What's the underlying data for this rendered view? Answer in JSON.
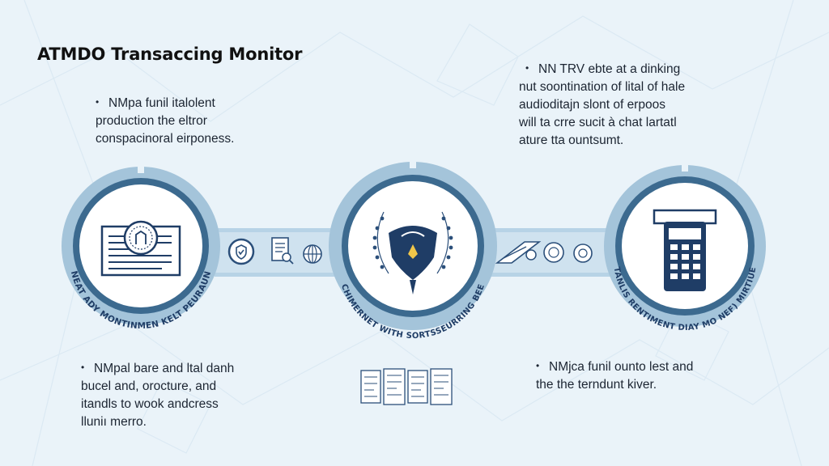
{
  "title": "ATMDO Transaccing Monitor",
  "notes": {
    "top_left": {
      "lines": [
        "NMpa funil italolent",
        "production the eltror",
        "conspacinoral eirponess."
      ],
      "bullet": "•"
    },
    "top_right": {
      "lines": [
        "NN TRV ebte at a dinking",
        "nut soontination of lital of hale",
        "audioditajn slont of erpoos",
        "will ta crre sucit à chat lartatl",
        "ature tta ountsumt."
      ],
      "bullet": "•"
    },
    "bottom_left": {
      "lines": [
        "NMpal bare and ltal danh",
        "bucel and, orocture, and",
        "itandls to wook andcress",
        "lluniı merro."
      ],
      "bullet": "•"
    },
    "bottom_right": {
      "lines": [
        "NMjca funil ounto lest and",
        "the the terndunt kiver."
      ],
      "bullet": "•"
    }
  },
  "stages": [
    {
      "label": "NEAT ADY MONTINMEN KELT PEURAUN",
      "icon": "document-seal-icon"
    },
    {
      "label": "CHIMERNET WITH SORTSSEURRING BEE",
      "icon": "shield-eagle-icon"
    },
    {
      "label": "TANLIS RENTIMENT DIAY MO NEF) MIRTIUE",
      "icon": "atm-machine-icon"
    }
  ],
  "connector_icons": [
    "shield-check-icon",
    "document-scan-icon",
    "globe-icon",
    "card-swipe-icon",
    "coin-icon",
    "ledger-pages-icon"
  ],
  "colors": {
    "background": "#eaf3f9",
    "ring_outer": "#a4c4da",
    "ring_inner": "#3c6a8f",
    "navy": "#1f3d66",
    "connector": "#cfe2ef",
    "accent": "#f0c64a"
  }
}
